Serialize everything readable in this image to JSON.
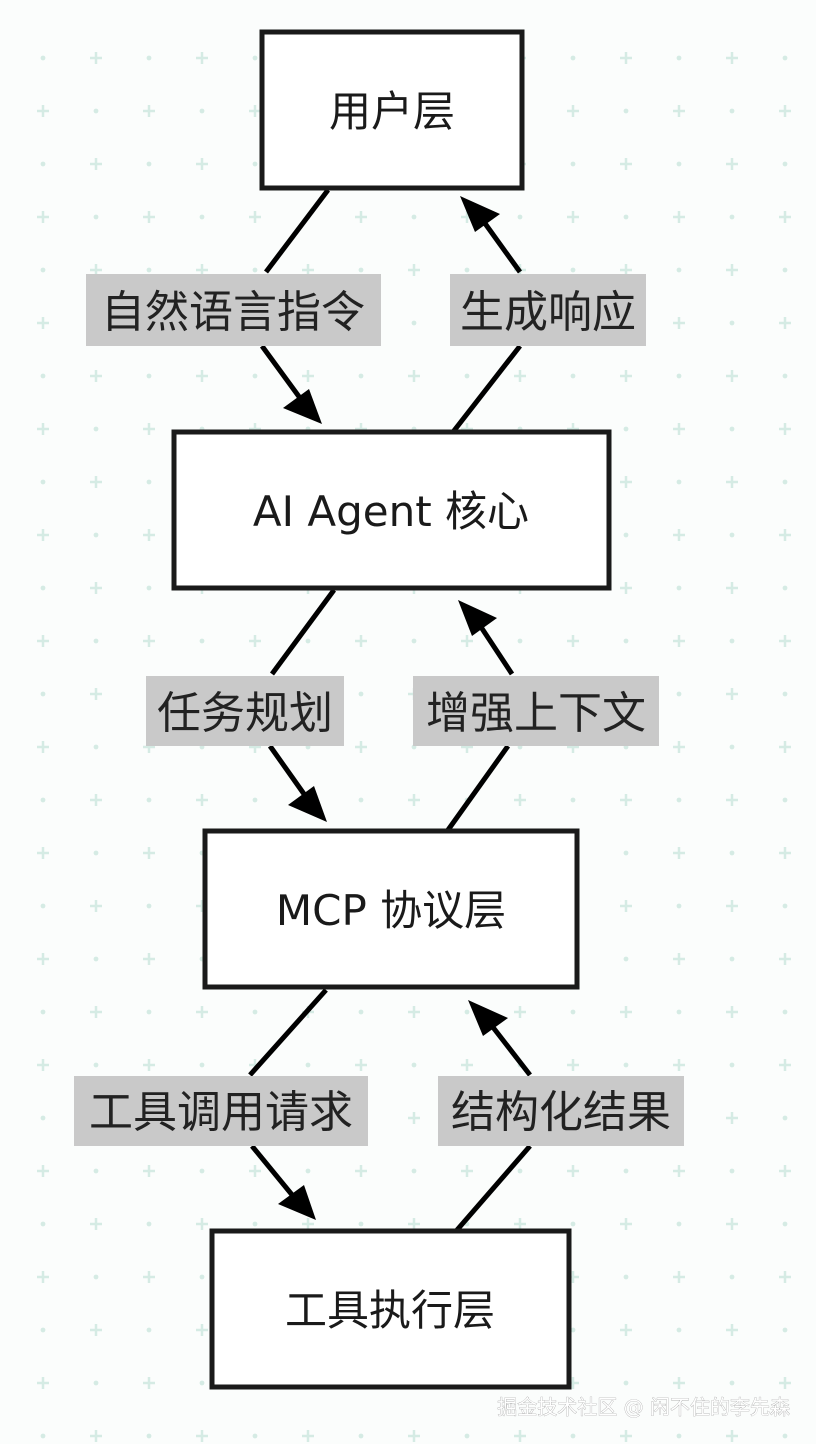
{
  "nodes": {
    "user_layer": "用户层",
    "agent_core": "AI Agent 核心",
    "mcp_layer": "MCP 协议层",
    "tool_layer": "工具执行层"
  },
  "edges": {
    "natural_language": "自然语言指令",
    "generate_response": "生成响应",
    "task_planning": "任务规划",
    "enhance_context": "增强上下文",
    "tool_call_request": "工具调用请求",
    "structured_result": "结构化结果"
  },
  "watermark": "掘金技术社区 @ 闲不住的李先森",
  "colors": {
    "background": "#fbfdfc",
    "grid_mark": "#d5ebe4",
    "node_border": "#1a1a1a",
    "edge": "#000000",
    "label_bg": "#c9c9c9"
  }
}
